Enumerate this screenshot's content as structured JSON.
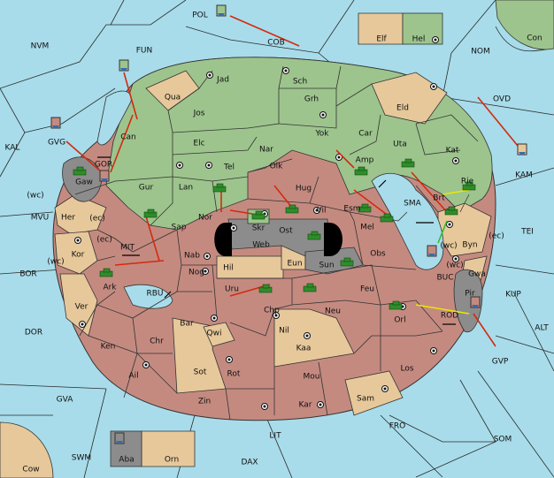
{
  "map": {
    "colors": {
      "sea": "#a8dcea",
      "green": "#9dc48d",
      "red": "#c48a80",
      "tan": "#e7c89a",
      "gray": "#8c8c8c",
      "black": "#000000",
      "army": "#2f8d2a",
      "order": "#d42a0e",
      "support": "#e8e800"
    },
    "sea_labels": [
      "POL",
      "COB",
      "NVM",
      "FUN",
      "NOM",
      "Con",
      "KAL",
      "OVD",
      "GVG",
      "KAM",
      "MVU",
      "TEI",
      "BOR",
      "ALT",
      "DOR",
      "KUP",
      "GVA",
      "GVP",
      "FRO",
      "SOM",
      "LIT",
      "SWM",
      "DAX",
      "Cow",
      "SMA",
      "MIT",
      "RBU",
      "BUC",
      "ROD"
    ],
    "land_labels": [
      "Jad",
      "Sch",
      "Qua",
      "Jos",
      "Grh",
      "Eld",
      "Can",
      "Yok",
      "Car",
      "Elc",
      "Nar",
      "Uta",
      "Kat",
      "Gaw",
      "GOR",
      "Gur",
      "Tel",
      "Olk",
      "Amp",
      "Rie",
      "Lan",
      "Hug",
      "Esm",
      "Brt",
      "Her",
      "(ec)",
      "(wc)",
      "Nor",
      "Skr",
      "Vil",
      "Ost",
      "Mel",
      "Sap",
      "Web",
      "Byn",
      "Kor",
      "Nab",
      "Hil",
      "Eun",
      "Sun",
      "Obs",
      "Gwa",
      "Nog",
      "Pir",
      "Ark",
      "Uru",
      "Feu",
      "Chp",
      "Neu",
      "Orl",
      "Ver",
      "Bar",
      "Qwi",
      "Nil",
      "Ken",
      "Chr",
      "Kaa",
      "Los",
      "Ail",
      "Sot",
      "Rot",
      "Mou",
      "Sam",
      "Zin",
      "Kar",
      "Elf",
      "Hel",
      "Aba",
      "Orn"
    ],
    "coast_tags": [
      "(wc)",
      "(ec)",
      "(ec)",
      "(wc)",
      "(wc)",
      "(ec)"
    ]
  }
}
